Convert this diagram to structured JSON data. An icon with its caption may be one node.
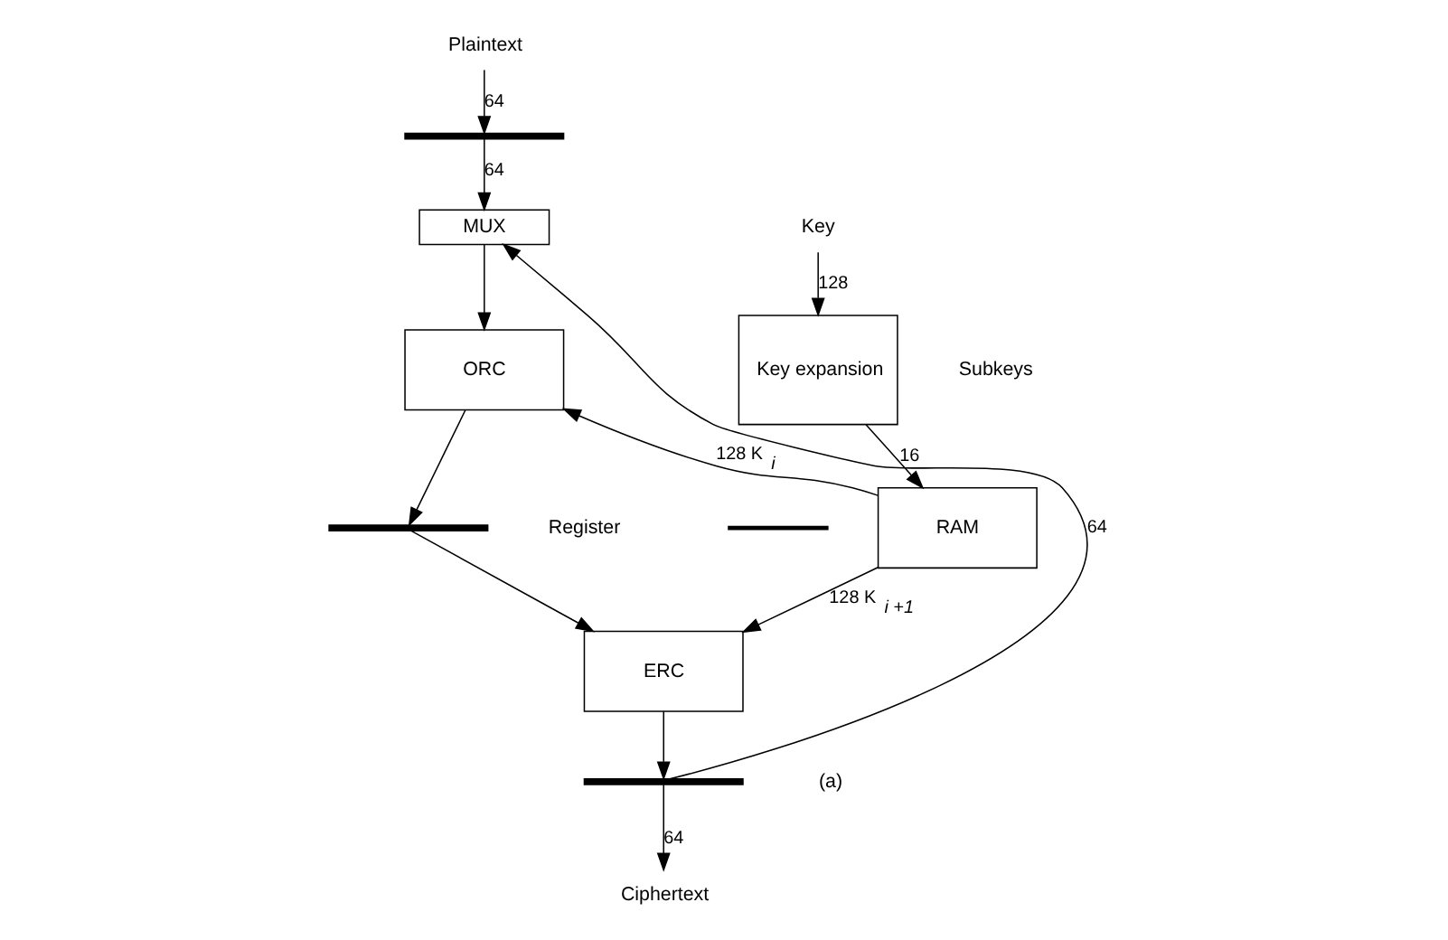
{
  "diagram": {
    "nodes": [
      {
        "text": [
          "Plaintext"
        ]
      },
      {
        "text": [],
        "shape": "bar"
      },
      {
        "text": [
          "Key"
        ]
      },
      {
        "text": [
          "MUX"
        ]
      },
      {
        "text": [
          "Key expansion"
        ]
      },
      {
        "text": [
          "ORC"
        ]
      },
      {
        "text": [],
        "shape": "bar"
      },
      {
        "text": [
          "RAM"
        ]
      },
      {
        "text": [
          "ERC"
        ]
      },
      {
        "text": [],
        "shape": "bar"
      },
      {
        "text": [
          "Ciphertext"
        ]
      }
    ],
    "edges": [
      {
        "from": 0,
        "to": 1,
        "arrow": "to",
        "label": "64"
      },
      {
        "from": 1,
        "to": 3,
        "arrow": "to",
        "label": "64"
      },
      {
        "from": 9,
        "to": 3,
        "arrow": "to",
        "label": "64"
      },
      {
        "from": 2,
        "to": 4,
        "arrow": "to",
        "label": "128"
      },
      {
        "from": 3,
        "to": 5,
        "arrow": "to"
      },
      {
        "from": 4,
        "to": 7,
        "arrow": "to",
        "label": "16"
      },
      {
        "from": 7,
        "to": 5,
        "arrow": "to",
        "label": "128 K$_{i}$"
      },
      {
        "from": 5,
        "to": 6,
        "arrow": "to"
      },
      {
        "from": 6,
        "to": 8,
        "arrow": "to"
      },
      {
        "from": 7,
        "to": 8,
        "arrow": "to",
        "label": "128 K$_{i +1}$"
      },
      {
        "from": 8,
        "to": 9,
        "arrow": "to"
      },
      {
        "from": 9,
        "to": 10,
        "arrow": "to",
        "label": "64"
      }
    ],
    "labels": [
      "Subkeys",
      "(a)"
    ],
    "legend": [
      {
        "text": "Register"
      }
    ]
  }
}
